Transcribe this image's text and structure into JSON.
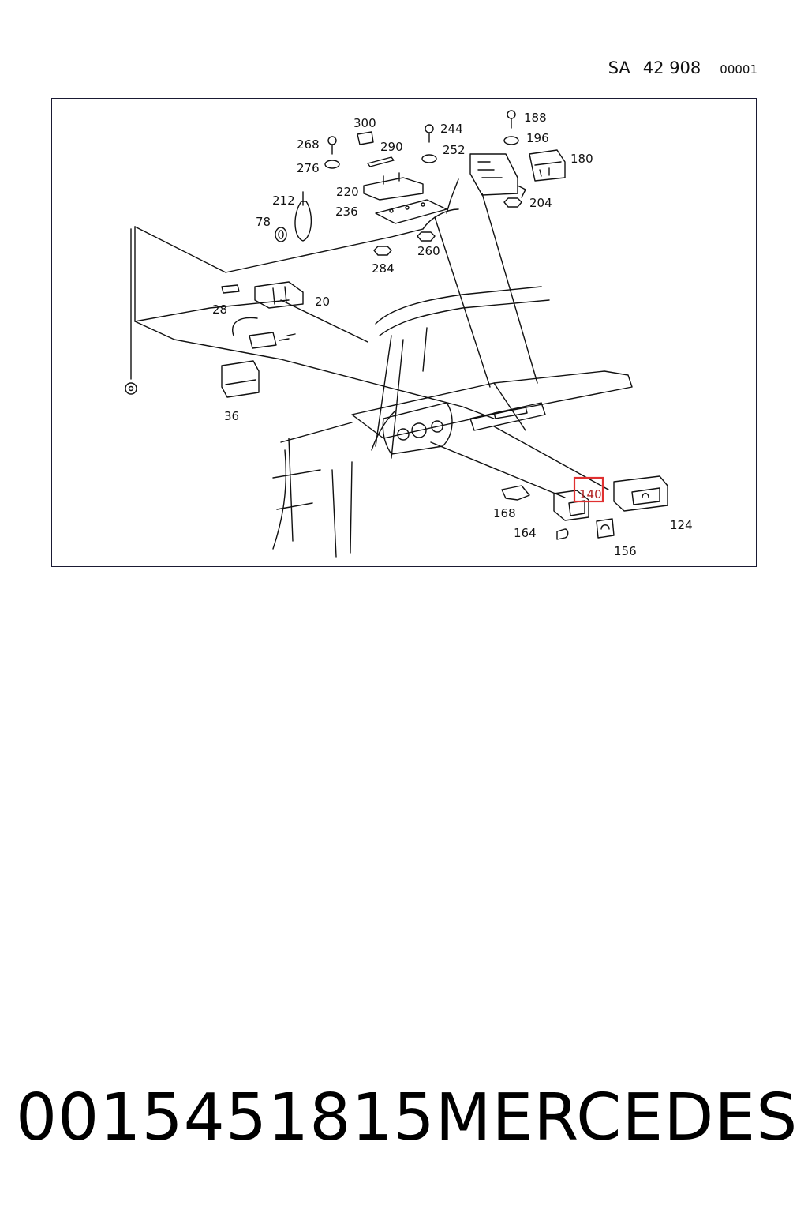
{
  "header": {
    "prefix": "SA",
    "number": "42 908",
    "page": "00001"
  },
  "diagram": {
    "highlighted_part": "140",
    "highlight_color": "#e03030",
    "callouts": [
      "300",
      "244",
      "188",
      "268",
      "290",
      "252",
      "196",
      "276",
      "180",
      "220",
      "212",
      "236",
      "204",
      "78",
      "284",
      "260",
      "20",
      "28",
      "36",
      "168",
      "140",
      "164",
      "124",
      "156"
    ]
  },
  "footer": {
    "part_number": "0015451815",
    "brand": "MERCEDES"
  }
}
